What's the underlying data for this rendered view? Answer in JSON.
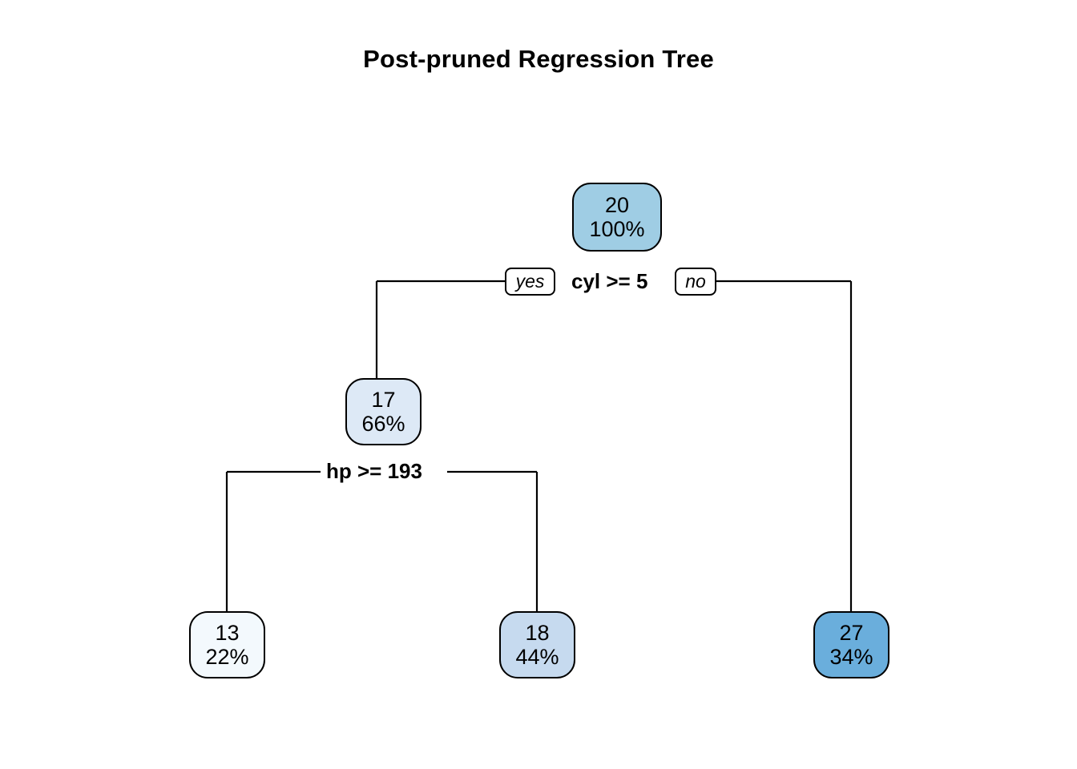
{
  "chart_data": {
    "type": "tree",
    "title": "Post-pruned Regression Tree",
    "response_label": "predicted value",
    "nodes": [
      {
        "id": "root",
        "value": "20",
        "percent": "100%",
        "fill": "#9fcde4",
        "depth": 0
      },
      {
        "id": "n17",
        "value": "17",
        "percent": "66%",
        "fill": "#dde9f6",
        "depth": 1
      },
      {
        "id": "n13",
        "value": "13",
        "percent": "22%",
        "fill": "#f3f9fd",
        "depth": 2
      },
      {
        "id": "n18",
        "value": "18",
        "percent": "44%",
        "fill": "#c6daef",
        "depth": 2
      },
      {
        "id": "n27",
        "value": "27",
        "percent": "34%",
        "fill": "#6aaedc",
        "depth": 1
      }
    ],
    "splits": [
      {
        "id": "split1",
        "label": "cyl >= 5",
        "yes_label": "yes",
        "no_label": "no",
        "depth": 0
      },
      {
        "id": "split2",
        "label": "hp >= 193",
        "yes_label": "",
        "no_label": "",
        "depth": 1
      }
    ],
    "edge_color": "#000000",
    "node_border_color": "#000000",
    "background": "#ffffff"
  },
  "title": {
    "text": "Post-pruned Regression Tree"
  },
  "nodes": {
    "root": {
      "value": "20",
      "percent": "100%"
    },
    "n17": {
      "value": "17",
      "percent": "66%"
    },
    "n13": {
      "value": "13",
      "percent": "22%"
    },
    "n18": {
      "value": "18",
      "percent": "44%"
    },
    "n27": {
      "value": "27",
      "percent": "34%"
    }
  },
  "splits": {
    "split1": {
      "label": "cyl >= 5",
      "yes": "yes",
      "no": "no"
    },
    "split2": {
      "label": "hp >= 193"
    }
  }
}
